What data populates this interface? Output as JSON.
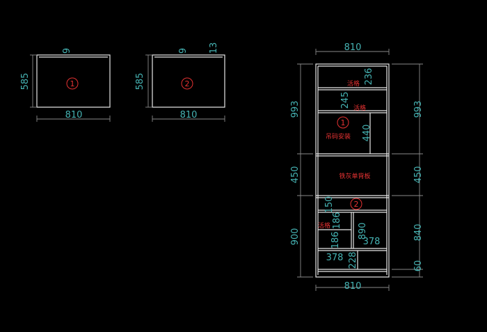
{
  "panel_one": {
    "height_dim": "585",
    "width_dim": "810",
    "top_dim": "9",
    "marker": "1"
  },
  "panel_two": {
    "height_dim": "585",
    "width_dim": "810",
    "top_dim_a": "9",
    "top_dim_b": "13",
    "marker": "2"
  },
  "cabinet": {
    "top_width_dim": "810",
    "bottom_width_dim": "810",
    "left_dims": [
      "993",
      "450",
      "900"
    ],
    "right_dims": [
      "993",
      "450",
      "840",
      "60"
    ],
    "inner_dims": [
      "236",
      "245",
      "440",
      "150",
      "186",
      "890",
      "186",
      "378",
      "378",
      "228"
    ],
    "markers": [
      "1",
      "2"
    ],
    "labels": {
      "shelf_1": "活格",
      "shelf_2": "活格",
      "shelf_3": "活格",
      "hanging_install": "吊码安装",
      "back_panel": "铁灰单背板"
    }
  }
}
